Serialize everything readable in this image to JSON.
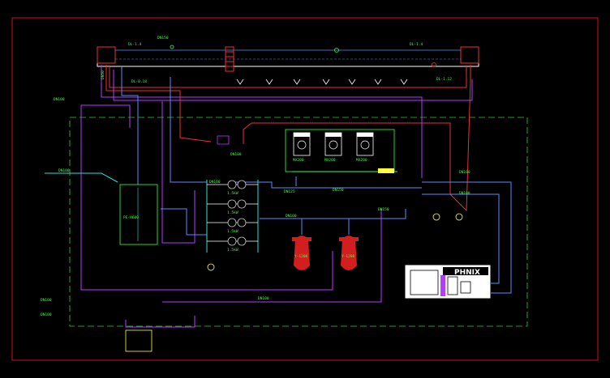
{
  "colors": {
    "background": "#000000",
    "border": "#c8141e",
    "water": "#ffffff",
    "supply": "#5a8cff",
    "return": "#b43cff",
    "heat": "#e63232",
    "pipe_cyan": "#32dcdc",
    "room_boundary": "#2ccf2c",
    "label_green": "#3cff3c",
    "label_yellow": "#ffff3c",
    "vessel_red": "#d21e1e",
    "pump_gray": "#c8c8c8"
  },
  "pool": {
    "level_left": "DL-1.4",
    "level_right": "DL-1.4",
    "ladder": "",
    "bottom": "DL-0.18",
    "bottom_right": "DL-1.12"
  },
  "annotations": {
    "left_riser": "DN50",
    "drain_label": "DN100",
    "top_label": "DN150",
    "main_header": "DN100",
    "collector": "DN150",
    "return_main": "DN125",
    "heater_out": "DN150",
    "pump_suction": "DN100",
    "pump_discharge": "DN100",
    "outlet_right1": "DN100",
    "outlet_right2": "DN100",
    "bottom_main": "DN100",
    "left_inlet": "DN100",
    "tank_label": "PE-H600",
    "room_code": "",
    "left_bottom1": "DN100",
    "left_bottom2": "DN100"
  },
  "pumps": {
    "p1": "1.5kW",
    "p2": "1.5kW",
    "p3": "1.5kW",
    "p4": "1.5kW"
  },
  "filters": {
    "f1": "Y-1200",
    "f2": "Y-1200"
  },
  "heaters": {
    "h1": "MX200",
    "h2": "MX200",
    "h3": "MX200"
  },
  "brand": {
    "name": "PHNIX"
  }
}
